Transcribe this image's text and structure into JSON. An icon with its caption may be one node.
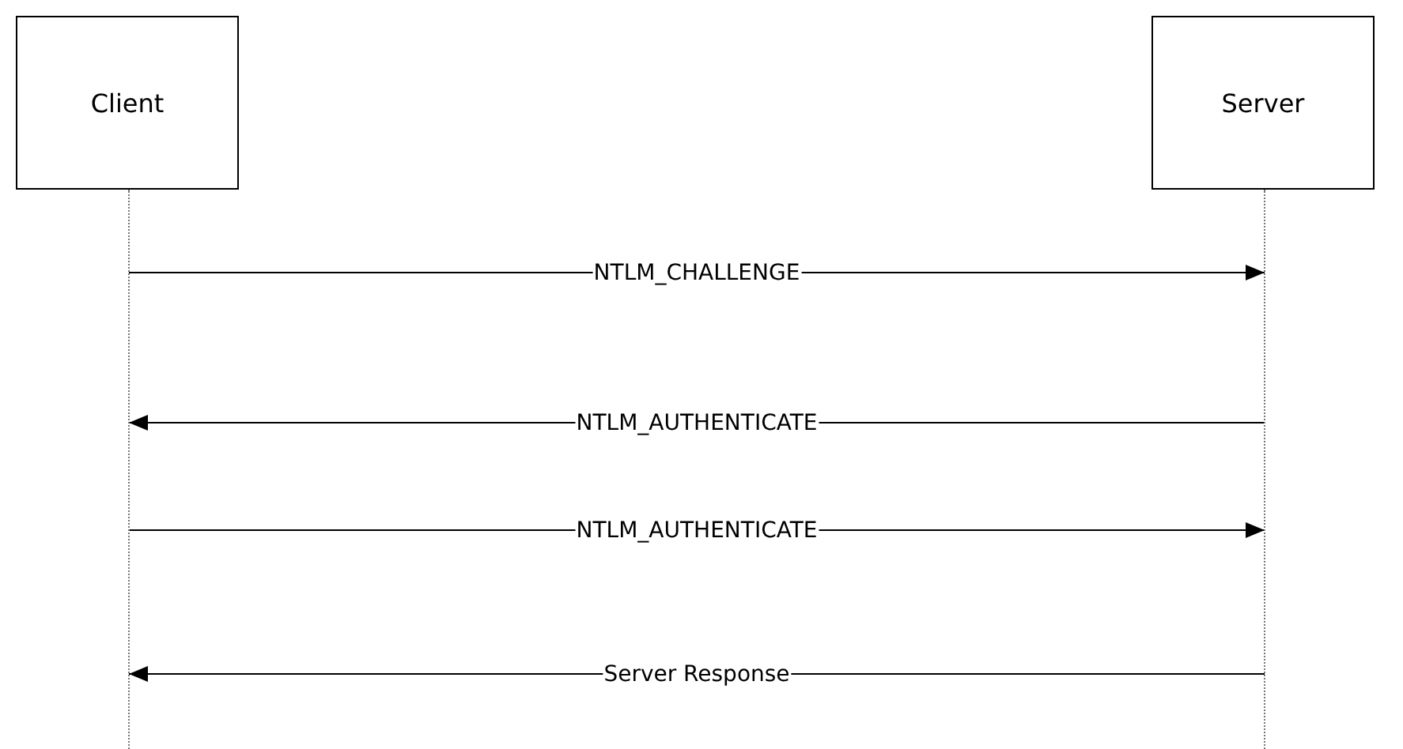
{
  "diagram": {
    "nodes": [
      {
        "text": [
          "Client"
        ]
      },
      {
        "text": [
          "Server"
        ]
      }
    ],
    "edges": [
      {
        "from": 0,
        "to": 1,
        "arrow": "to",
        "label": "NTLM_CHALLENGE"
      },
      {
        "from": 1,
        "to": 0,
        "arrow": "to",
        "label": "NTLM_AUTHENTICATE"
      },
      {
        "from": 0,
        "to": 1,
        "arrow": "to",
        "label": "NTLM_AUTHENTICATE"
      },
      {
        "from": 1,
        "to": 0,
        "arrow": "to",
        "label": "Server Response"
      }
    ]
  }
}
